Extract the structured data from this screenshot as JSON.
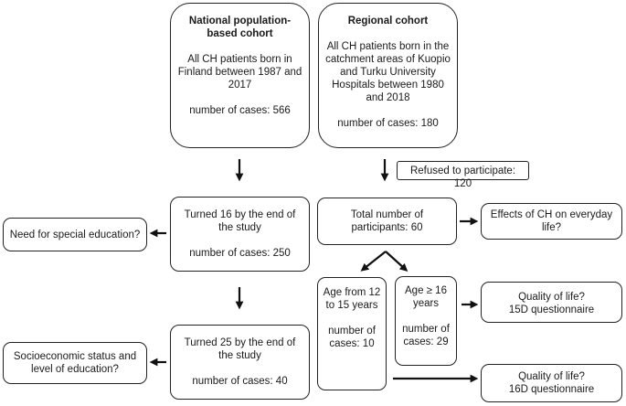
{
  "national": {
    "title": "National population-based cohort",
    "desc": "All CH patients born in Finland between 1987 and 2017",
    "cases": "number of cases: 566"
  },
  "regional": {
    "title": "Regional cohort",
    "desc": "All CH patients born in the catchment areas of Kuopio and Turku University Hospitals between 1980 and 2018",
    "cases": "number of cases: 180"
  },
  "refused": "Refused to participate: 120",
  "turned16": {
    "desc": "Turned 16 by the end of the study",
    "cases": "number of cases: 250"
  },
  "special_ed": "Need for special education?",
  "total": "Total number of participants: 60",
  "effects": "Effects of CH on everyday life?",
  "age12": {
    "desc": "Age from 12 to 15 years",
    "cases": "number of cases: 10"
  },
  "age16": {
    "desc": "Age ≥ 16 years",
    "cases": "number of cases: 29"
  },
  "qol15": {
    "title": "Quality of life?",
    "sub": "15D questionnaire"
  },
  "turned25": {
    "desc": "Turned 25 by the end of the study",
    "cases": "number of cases: 40"
  },
  "socio": "Socioeconomic status and level of education?",
  "qol16": {
    "title": "Quality of life?",
    "sub": "16D questionnaire"
  }
}
